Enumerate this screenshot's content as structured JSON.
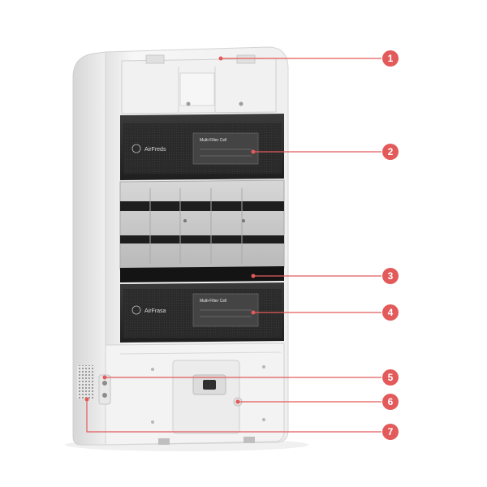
{
  "product": {
    "brand_text": "AirFreds",
    "brand_text_lower": "AirFrasa",
    "panel_text_upper": "Multi-Filter Cell",
    "panel_text_lower": "Multi-Filter Cell"
  },
  "callouts": [
    {
      "number": "1",
      "part": "top-vent-cover"
    },
    {
      "number": "2",
      "part": "upper-filter-cartridge"
    },
    {
      "number": "3",
      "part": "middle-divider-plate"
    },
    {
      "number": "4",
      "part": "lower-filter-cartridge"
    },
    {
      "number": "5",
      "part": "side-port"
    },
    {
      "number": "6",
      "part": "front-control-panel"
    },
    {
      "number": "7",
      "part": "side-grille"
    }
  ],
  "colors": {
    "callout": "#e35a5a",
    "unit_body": "#f3f3f3",
    "filter_dark": "#2b2b2b",
    "mid_section": "#c9c9c9"
  }
}
